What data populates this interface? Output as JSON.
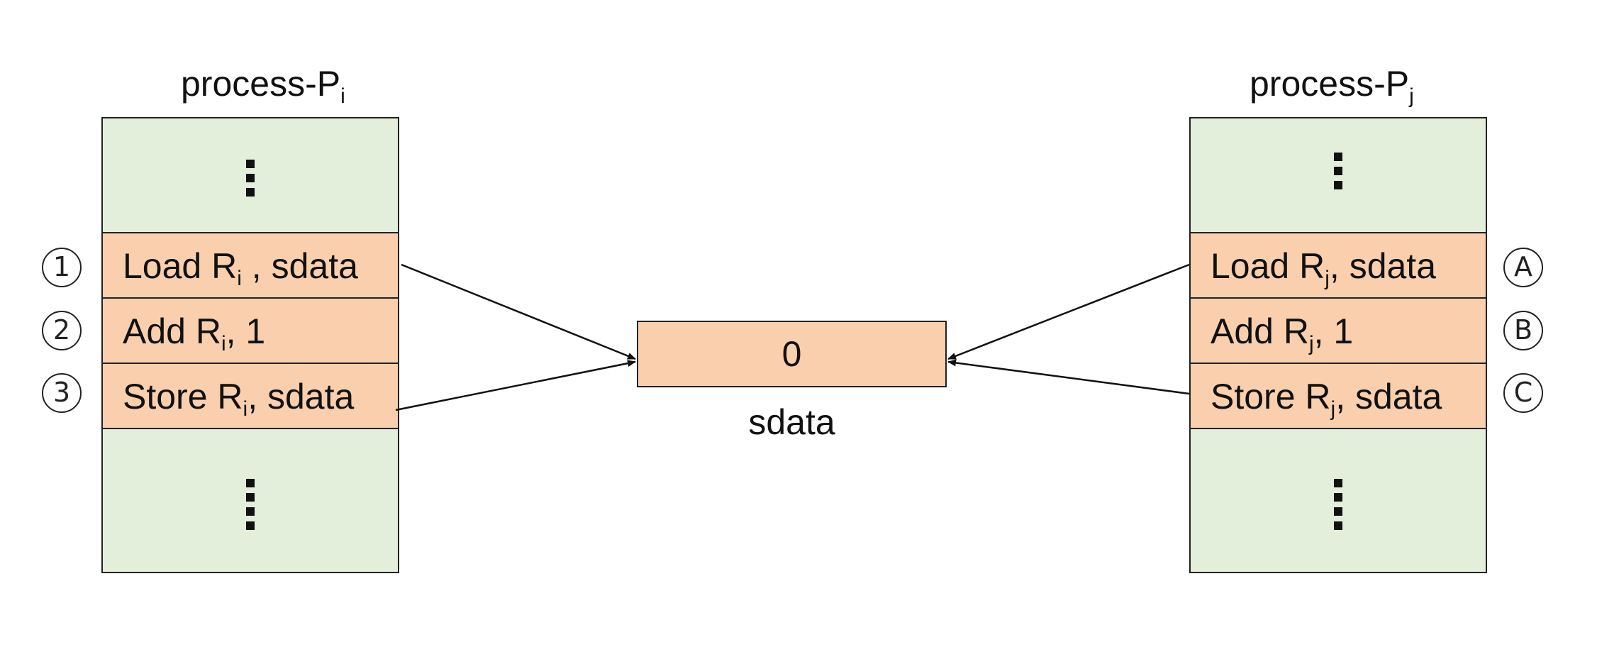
{
  "diagram": {
    "shared_variable": {
      "value": "0",
      "label": "sdata"
    },
    "process_i": {
      "title": "process-P",
      "title_sub": "i",
      "instructions": [
        {
          "marker": "1",
          "op": "Load R",
          "reg_sub": "i",
          "args": " , sdata"
        },
        {
          "marker": "2",
          "op": "Add R",
          "reg_sub": "i",
          "args": ", 1"
        },
        {
          "marker": "3",
          "op": "Store R",
          "reg_sub": "i",
          "args": ", sdata"
        }
      ]
    },
    "process_j": {
      "title": "process-P",
      "title_sub": "j",
      "instructions": [
        {
          "marker": "A",
          "op": "Load R",
          "reg_sub": "j",
          "args": ", sdata"
        },
        {
          "marker": "B",
          "op": "Add R",
          "reg_sub": "j",
          "args": ", 1"
        },
        {
          "marker": "C",
          "op": "Store R",
          "reg_sub": "j",
          "args": ", sdata"
        }
      ]
    },
    "colors": {
      "code_region": "#e3efdb",
      "instruction_highlight": "#f9cfae",
      "stroke": "#222222"
    }
  }
}
